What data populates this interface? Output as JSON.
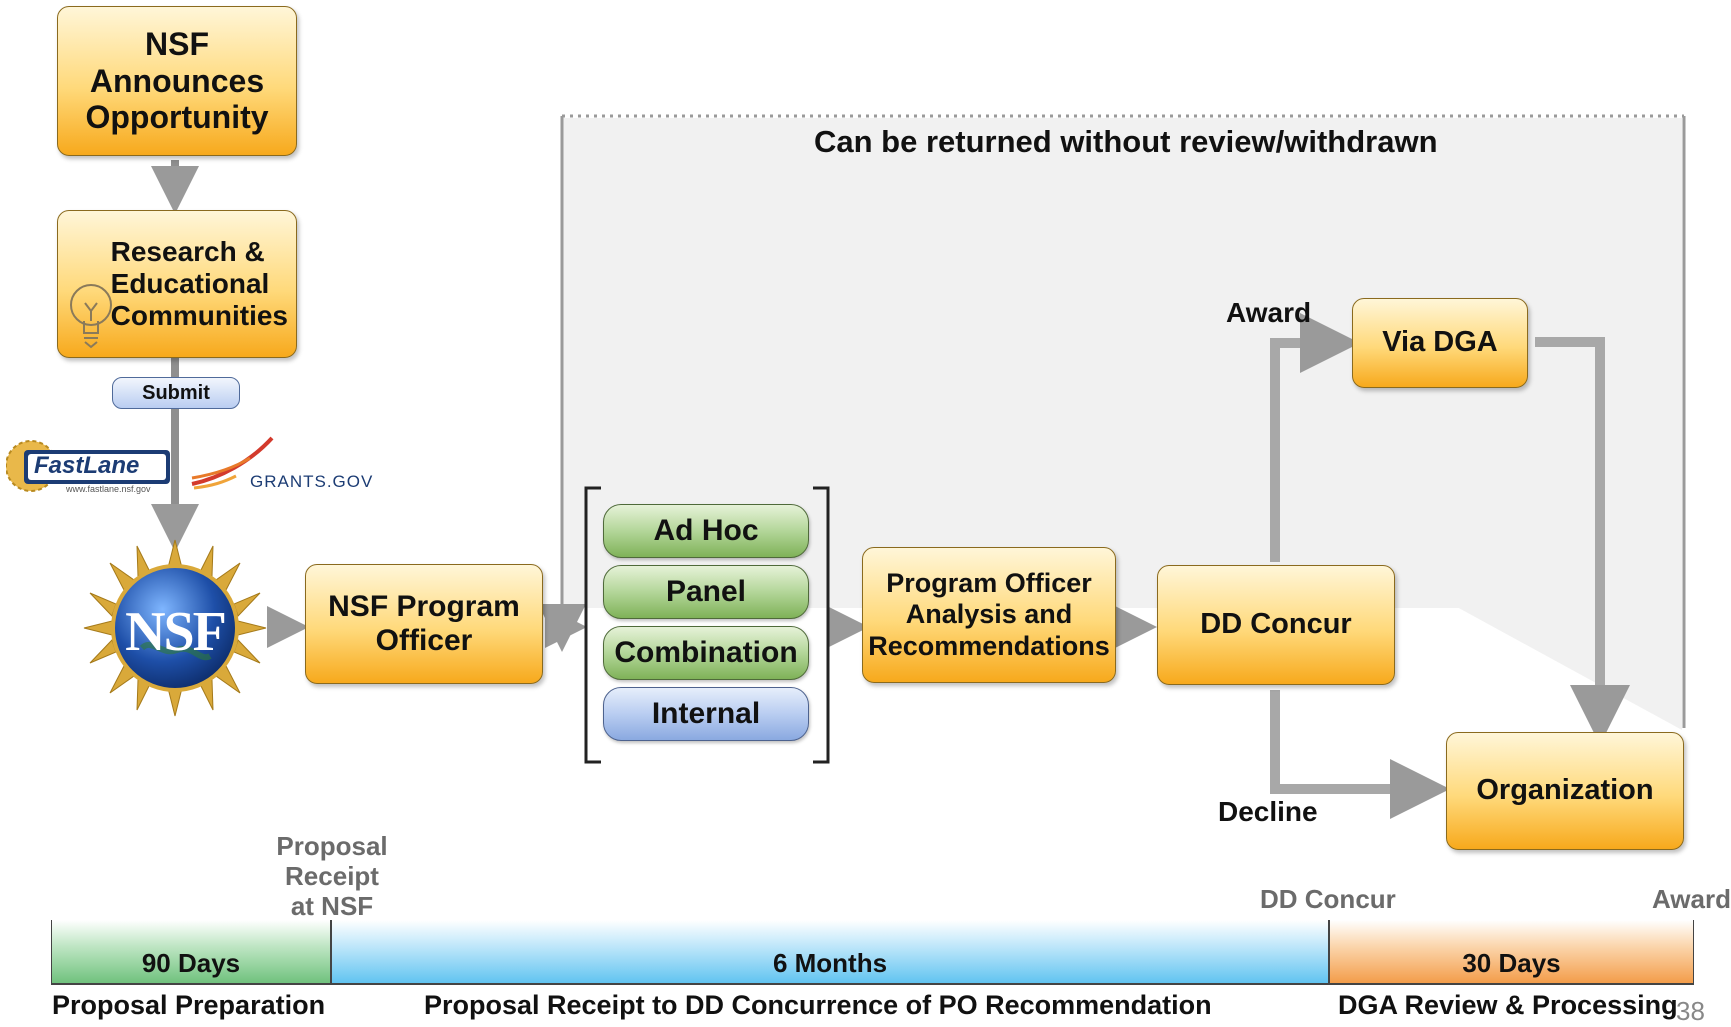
{
  "boxes": {
    "announce": "NSF\nAnnounces\nOpportunity",
    "research": "Research &\nEducational\nCommunities",
    "submit": "Submit",
    "program_officer": "NSF Program\nOfficer",
    "analysis": "Program Officer\nAnalysis and\nRecommendations",
    "dd_concur": "DD Concur",
    "via_dga": "Via DGA",
    "organization": "Organization"
  },
  "review_types": [
    "Ad Hoc",
    "Panel",
    "Combination",
    "Internal"
  ],
  "labels": {
    "returned": "Can be returned without review/withdrawn",
    "award": "Award",
    "decline": "Decline"
  },
  "logos": {
    "fastlane": "FastLane",
    "fastlane_url": "www.fastlane.nsf.gov",
    "grants": "GRANTS.GOV",
    "nsf": "NSF"
  },
  "timeline": {
    "marker_receipt": "Proposal\nReceipt\nat NSF",
    "marker_dd": "DD Concur",
    "marker_award": "Award",
    "segments": [
      {
        "duration": "90 Days",
        "caption": "Proposal Preparation",
        "color": "#6cc07a"
      },
      {
        "duration": "6 Months",
        "caption": "Proposal Receipt to DD Concurrence of PO Recommendation",
        "color": "#5cc2f0"
      },
      {
        "duration": "30 Days",
        "caption": "DGA Review & Processing",
        "color": "#f39a45"
      }
    ]
  },
  "page_number": "38",
  "icons": [
    "lightbulb-icon",
    "nsf-logo",
    "fastlane-logo",
    "grants-gov-logo"
  ]
}
